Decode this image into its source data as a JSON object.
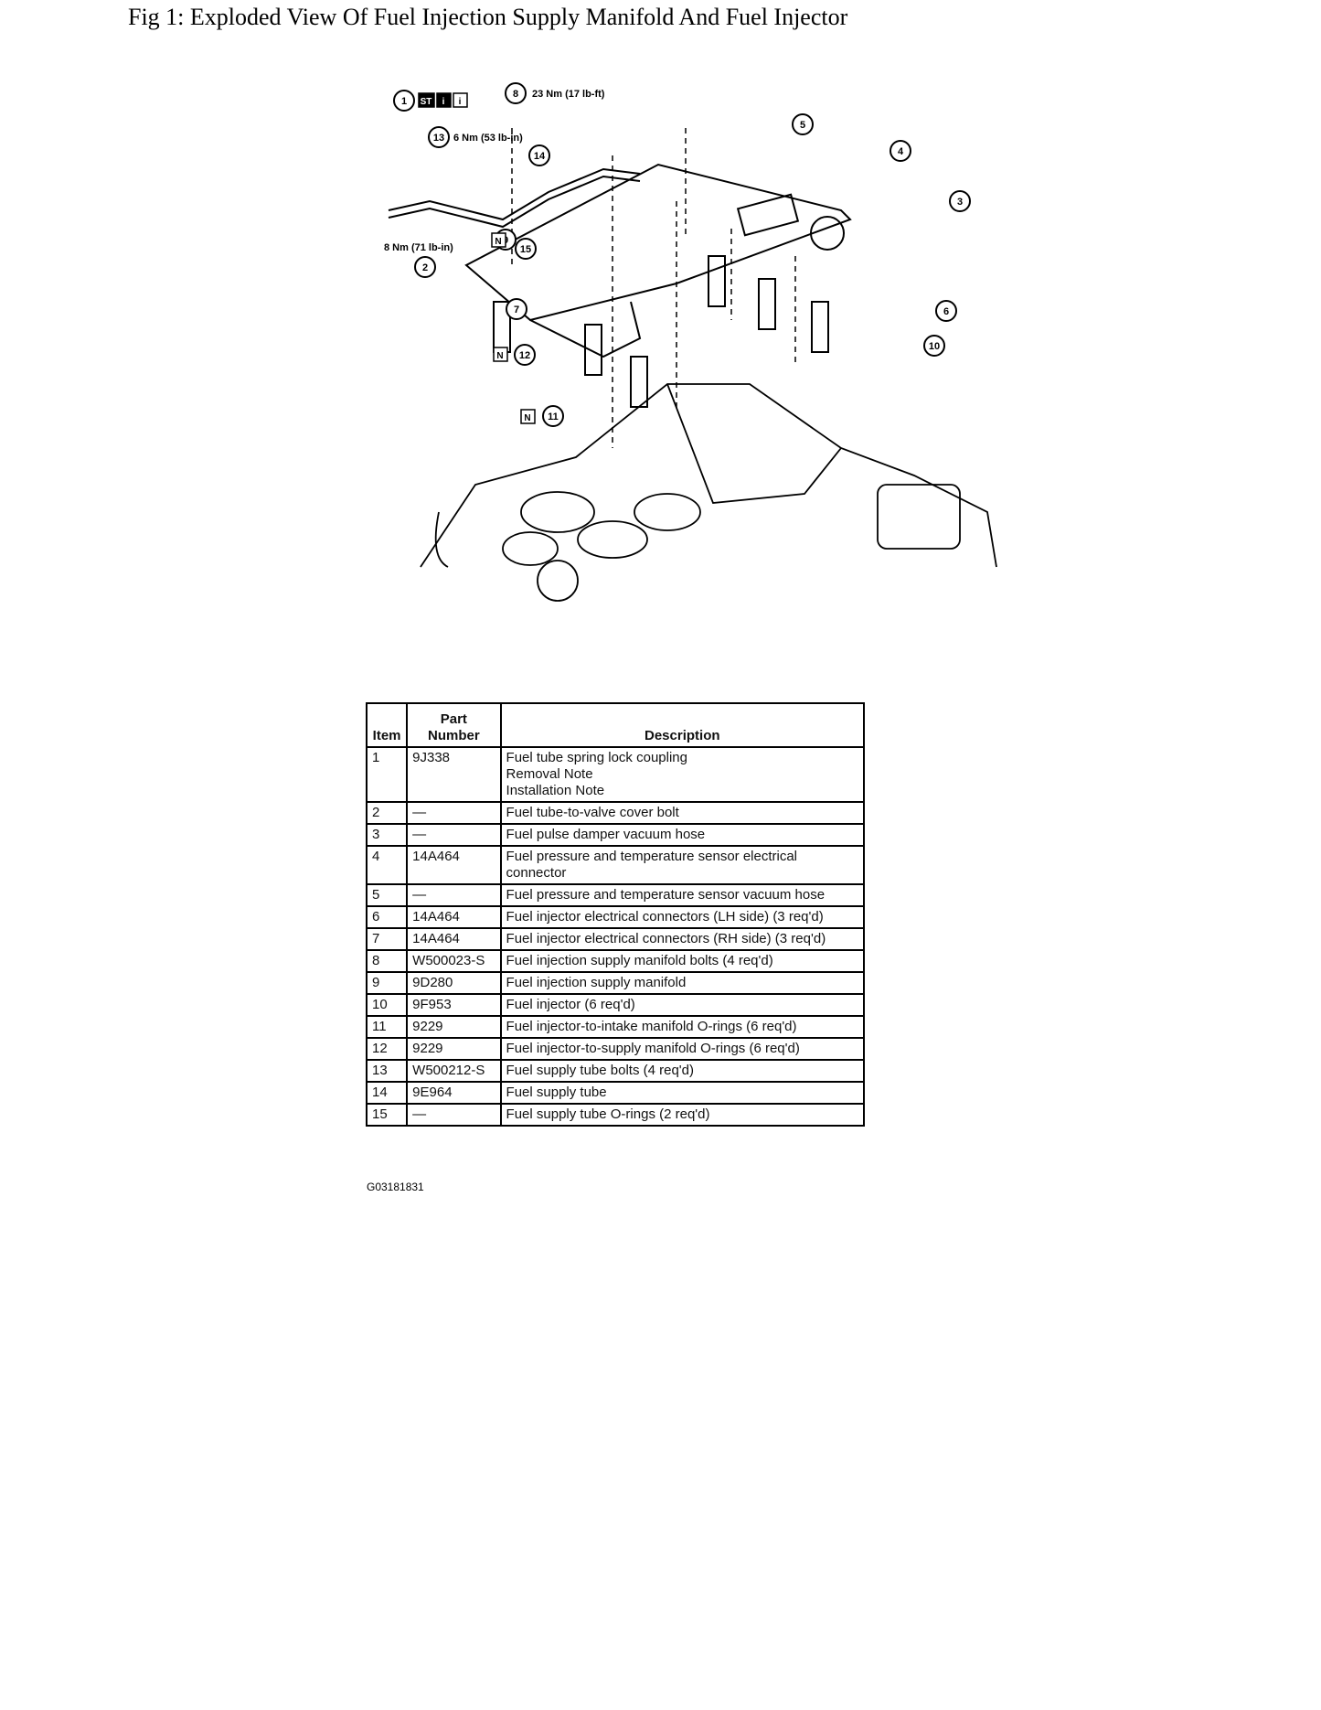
{
  "figure": {
    "title": "Fig 1: Exploded View Of Fuel Injection Supply Manifold And Fuel Injector",
    "callouts": {
      "torque_8": "23 Nm (17 lb-ft)",
      "torque_13": "6 Nm (53 lb-in)",
      "torque_2": "8 Nm (71 lb-in)",
      "badge_N": "N",
      "badge_ST": "ST",
      "badge_i": "i"
    },
    "code": "G03181831"
  },
  "table": {
    "headers": {
      "item": "Item",
      "part_line1": "Part",
      "part_line2": "Number",
      "description": "Description"
    },
    "rows": [
      {
        "item": "1",
        "part": "9J338",
        "desc": [
          "Fuel tube spring lock coupling",
          "Removal Note",
          "Installation Note"
        ]
      },
      {
        "item": "2",
        "part": "—",
        "desc": [
          "Fuel tube-to-valve cover bolt"
        ]
      },
      {
        "item": "3",
        "part": "—",
        "desc": [
          "Fuel pulse damper vacuum hose"
        ]
      },
      {
        "item": "4",
        "part": "14A464",
        "desc": [
          "Fuel pressure and temperature sensor electrical",
          "connector"
        ]
      },
      {
        "item": "5",
        "part": "—",
        "desc": [
          "Fuel pressure and temperature sensor vacuum hose"
        ]
      },
      {
        "item": "6",
        "part": "14A464",
        "desc": [
          "Fuel injector electrical connectors (LH side) (3 req'd)"
        ]
      },
      {
        "item": "7",
        "part": "14A464",
        "desc": [
          "Fuel injector electrical connectors (RH side) (3 req'd)"
        ]
      },
      {
        "item": "8",
        "part": "W500023-S",
        "desc": [
          "Fuel injection supply manifold bolts (4 req'd)"
        ]
      },
      {
        "item": "9",
        "part": "9D280",
        "desc": [
          "Fuel injection supply manifold"
        ]
      },
      {
        "item": "10",
        "part": "9F953",
        "desc": [
          "Fuel injector (6 req'd)"
        ]
      },
      {
        "item": "11",
        "part": "9229",
        "desc": [
          "Fuel injector-to-intake manifold O-rings (6 req'd)"
        ]
      },
      {
        "item": "12",
        "part": "9229",
        "desc": [
          "Fuel injector-to-supply manifold O-rings (6 req'd)"
        ]
      },
      {
        "item": "13",
        "part": "W500212-S",
        "desc": [
          "Fuel supply tube bolts (4 req'd)"
        ]
      },
      {
        "item": "14",
        "part": "9E964",
        "desc": [
          "Fuel supply tube"
        ]
      },
      {
        "item": "15",
        "part": "—",
        "desc": [
          "Fuel supply tube O-rings (2 req'd)"
        ]
      }
    ]
  }
}
